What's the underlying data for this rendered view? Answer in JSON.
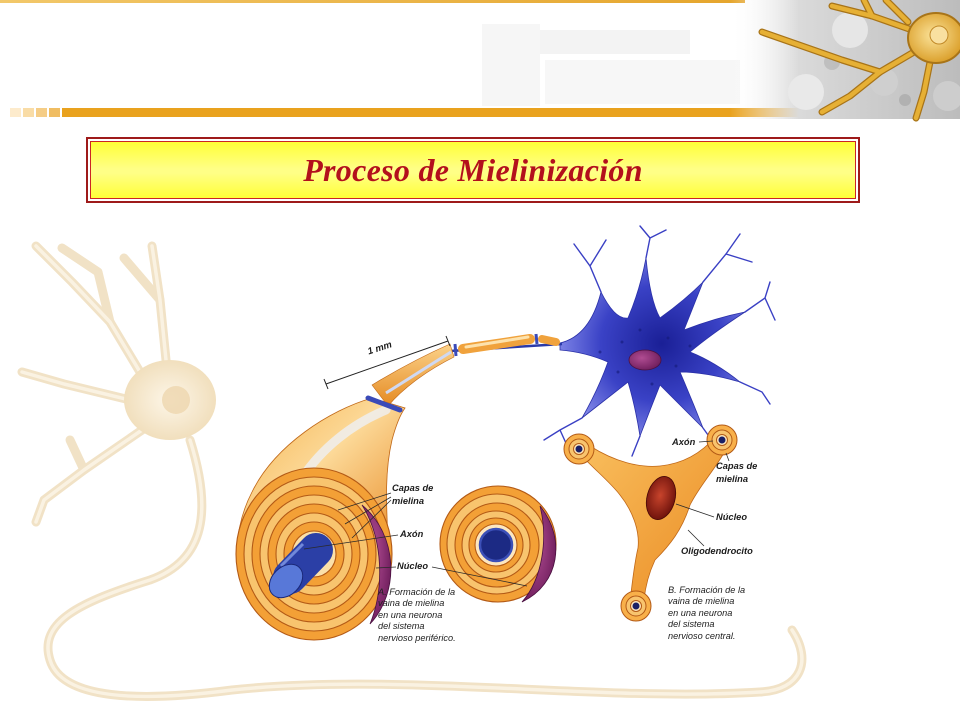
{
  "slide": {
    "title": "Proceso de Mielinización"
  },
  "diagram": {
    "scale_label": "1 mm",
    "panel_a": {
      "layers_label": "Capas de\nmielina",
      "axon_label": "Axón",
      "nucleus_label": "Núcleo",
      "caption": "A. Formación de la\nvaina de mielina\nen una neurona\ndel sistema\nnervioso periférico."
    },
    "panel_b": {
      "axon_label": "Axón",
      "layers_label": "Capas de\nmielina",
      "nucleus_label": "Núcleo",
      "cell_label": "Oligodendrocito",
      "caption": "B. Formación de la\nvaina de mielina\nen una neurona\ndel sistema\nnervioso central."
    }
  },
  "colors": {
    "title_text": "#b3101c",
    "title_border": "#9e1a1a",
    "title_fill": "#ffff2e",
    "accent_gold": "#e9a21e",
    "myelin": "#f4a43a",
    "neuron_blue": "#3a40c4"
  }
}
